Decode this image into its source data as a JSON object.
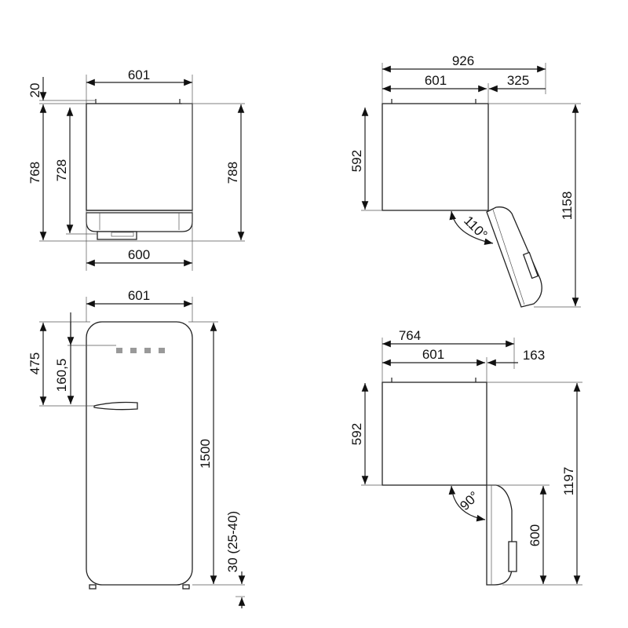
{
  "top_view_closed": {
    "width_top": "601",
    "hinge_offset": "20",
    "depth_total": "768",
    "depth_body": "728",
    "depth_with_handle": "788",
    "width_bottom": "600"
  },
  "top_view_open_110": {
    "total_width": "926",
    "body_width": "601",
    "door_overhang": "325",
    "body_depth": "592",
    "total_depth": "1158",
    "angle": "110°"
  },
  "front_view": {
    "width": "601",
    "handle_height": "475",
    "logo_offset": "160,5",
    "height": "1500",
    "wall_gap": "30 (25-40)"
  },
  "top_view_open_90": {
    "total_width": "764",
    "body_width": "601",
    "door_overhang": "163",
    "body_depth": "592",
    "total_depth": "1197",
    "door_depth": "600",
    "angle": "90°"
  }
}
